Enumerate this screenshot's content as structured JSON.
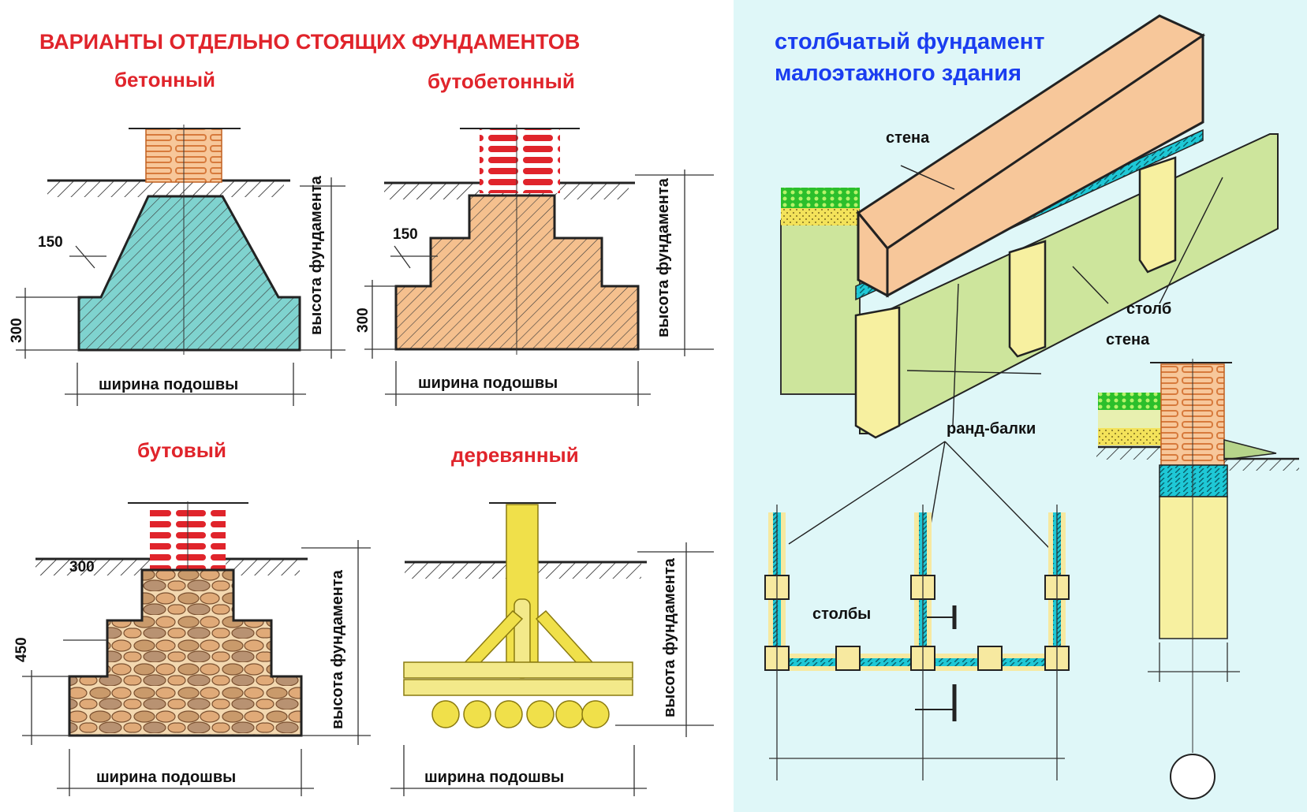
{
  "left": {
    "title": "ВАРИАНТЫ ОТДЕЛЬНО СТОЯЩИХ ФУНДАМЕНТОВ",
    "panels": [
      {
        "name": "бетонный",
        "step": "150",
        "height": "300",
        "width_label": "ширина подошвы",
        "height_label": "высота фундамента"
      },
      {
        "name": "бутобетонный",
        "step": "150",
        "height": "300",
        "width_label": "ширина подошвы",
        "height_label": "высота фундамента"
      },
      {
        "name": "бутовый",
        "step": "300",
        "height": "450",
        "width_label": "ширина подошвы",
        "height_label": "высота фундамента"
      },
      {
        "name": "деревянный",
        "width_label": "ширина подошвы",
        "height_label": "высота фундамента"
      }
    ]
  },
  "right": {
    "title_line1": "столбчатый фундамент",
    "title_line2": "малоэтажного здания",
    "labels": {
      "wall_top": "стена",
      "post": "столб",
      "wall_side": "стена",
      "grade_beams": "ранд-балки",
      "posts": "столбы"
    }
  },
  "colors": {
    "title_red": "#e0242b",
    "title_blue": "#1a3df0",
    "concrete": "#7fd3cf",
    "rubble_concrete": "#f5c08e",
    "brick_red": "#e0242b",
    "stone": "#c99a6b",
    "timber": "#f0e04a",
    "panel_bg": "#dff7f8"
  }
}
